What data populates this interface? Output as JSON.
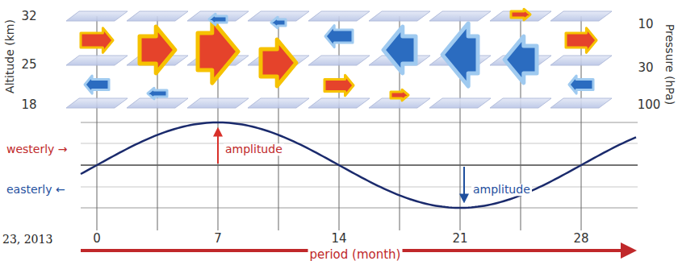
{
  "diagram": {
    "labels": [
      "32",
      "25",
      "18",
      "Altitude (km)",
      "10",
      "30",
      "100",
      "Pressure (hPa)",
      "westerly →",
      "easterly ←",
      "amplitude",
      "amplitude",
      "0",
      "7",
      "14",
      "21",
      "28",
      "period (month)",
      "23, 2013"
    ]
  }
}
